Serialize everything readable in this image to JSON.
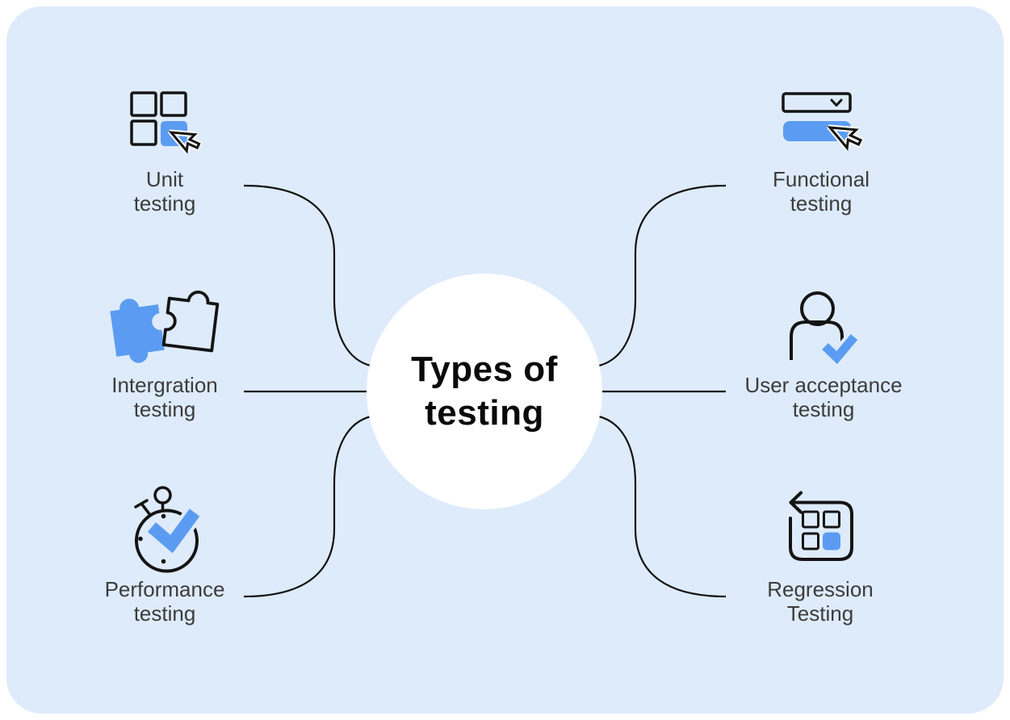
{
  "title": "Types of\ntesting",
  "colors": {
    "card_background": "#deebfa",
    "accent_blue": "#5b9cf2",
    "icon_stroke": "#141414",
    "connector": "#111111",
    "label_text": "#3c3c3c",
    "title_text": "#0a0a0a",
    "center_circle": "#ffffff"
  },
  "nodes": {
    "left": [
      {
        "id": "unit",
        "label": "Unit\ntesting",
        "icon": "grid-cursor-icon"
      },
      {
        "id": "integration",
        "label": "Intergration\ntesting",
        "icon": "puzzle-pieces-icon"
      },
      {
        "id": "performance",
        "label": "Performance\ntesting",
        "icon": "stopwatch-check-icon"
      }
    ],
    "right": [
      {
        "id": "functional",
        "label": "Functional\ntesting",
        "icon": "dropdown-cursor-icon"
      },
      {
        "id": "user_acceptance",
        "label": "User acceptance\ntesting",
        "icon": "person-check-icon"
      },
      {
        "id": "regression",
        "label": "Regression\nTesting",
        "icon": "grid-undo-arrow-icon"
      }
    ]
  }
}
